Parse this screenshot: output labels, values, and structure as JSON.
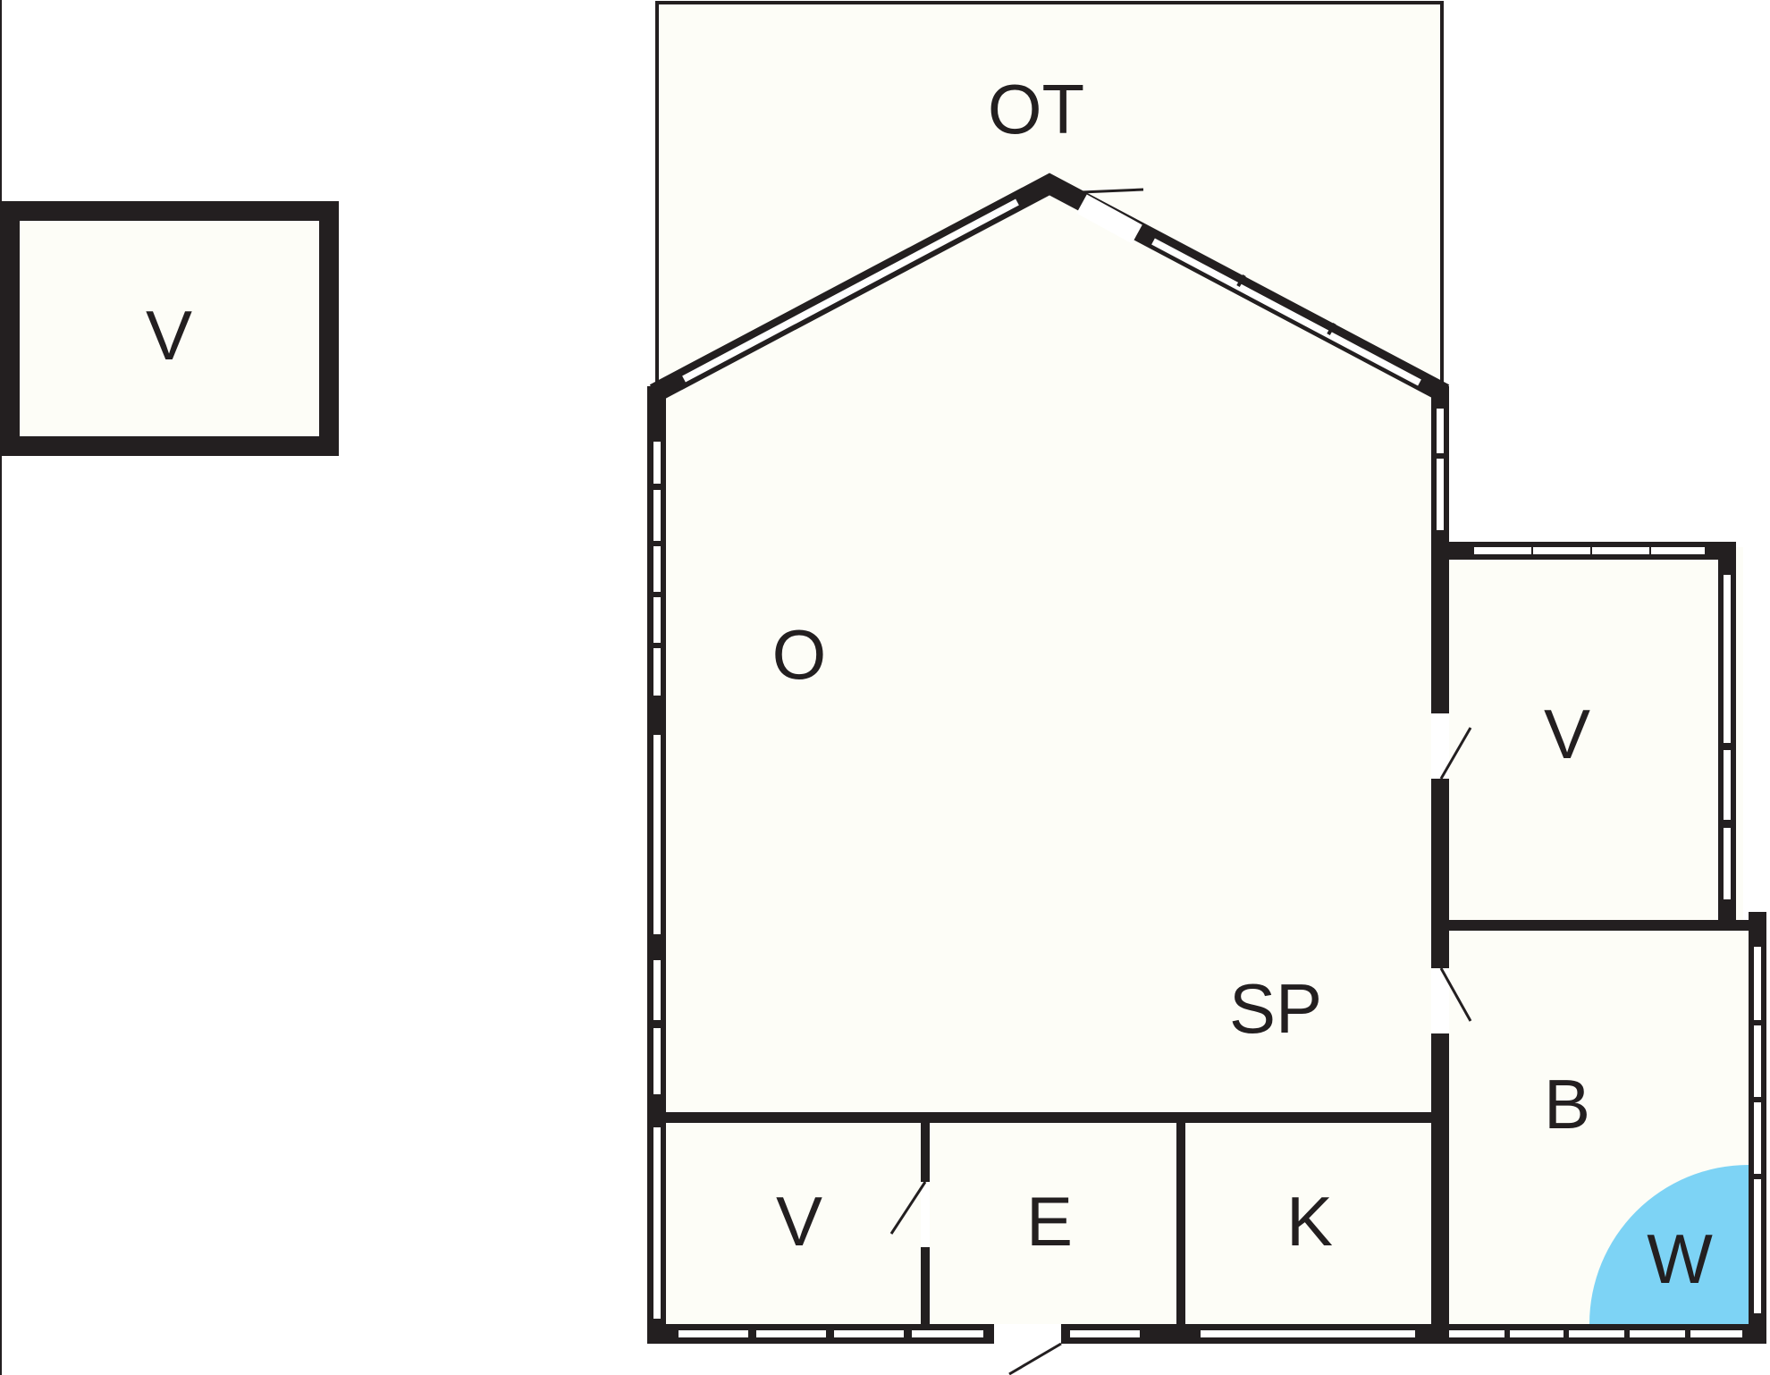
{
  "title": "Floor plan",
  "colors": {
    "wall": "#231f20",
    "floor": "#fdfdf7",
    "wet_area": "#7dd3f5"
  },
  "rooms": {
    "ot": "OT",
    "shed_v": "V",
    "o": "O",
    "sp": "SP",
    "right_v": "V",
    "b": "B",
    "bottom_v": "V",
    "e": "E",
    "k": "K",
    "w": "W"
  }
}
